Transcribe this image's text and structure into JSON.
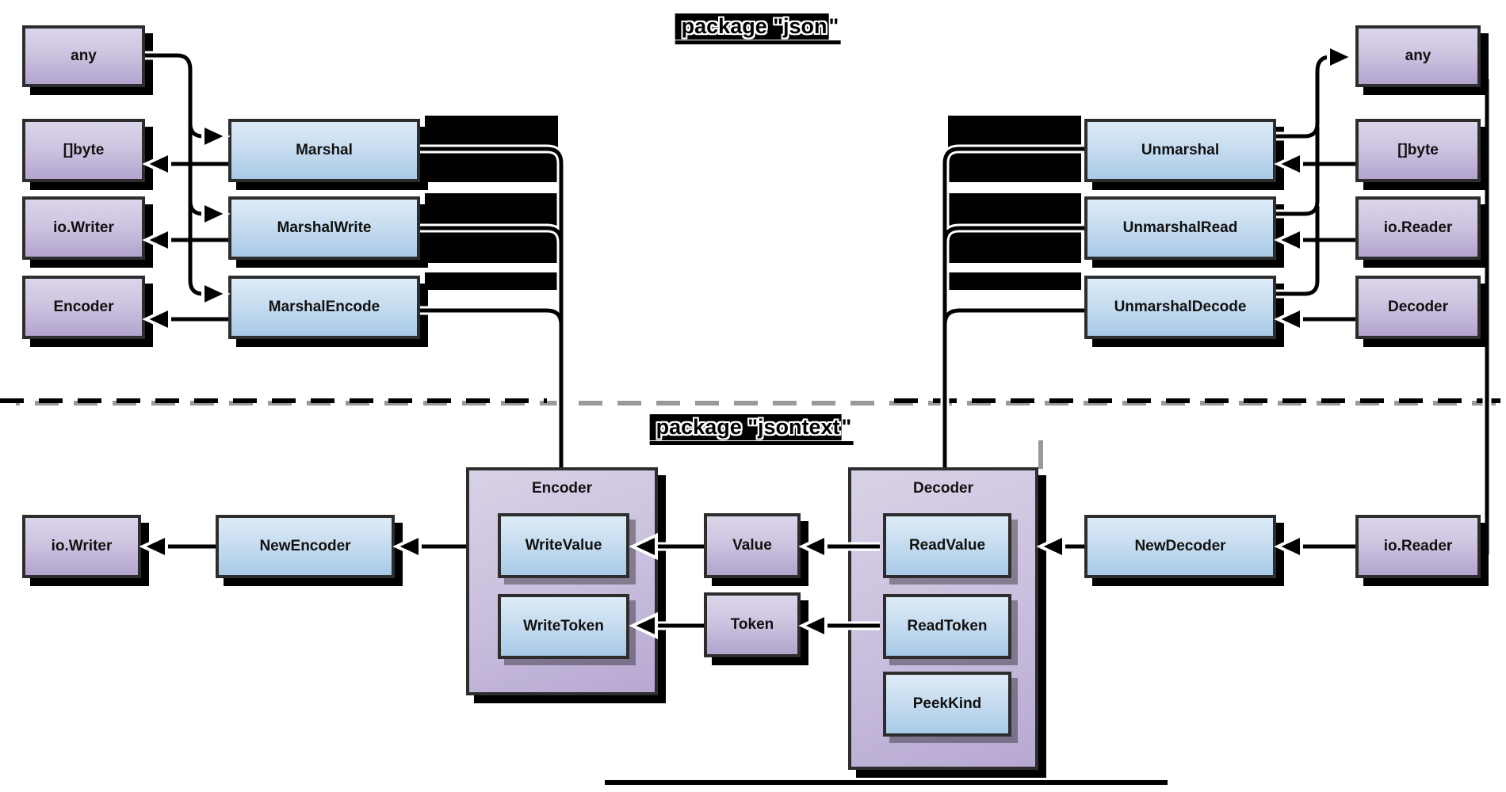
{
  "package_json": {
    "title": {
      "band": "package \"json",
      "tail": "\""
    },
    "left_types": [
      "any",
      "[]byte",
      "io.Writer",
      "Encoder"
    ],
    "marshal_funcs": [
      "Marshal",
      "MarshalWrite",
      "MarshalEncode"
    ],
    "unmarshal_funcs": [
      "Unmarshal",
      "UnmarshalRead",
      "UnmarshalDecode"
    ],
    "right_types": [
      "any",
      "[]byte",
      "io.Reader",
      "Decoder"
    ]
  },
  "package_jsontext": {
    "title": {
      "band": "package \"jsontext",
      "tail": "\""
    },
    "io_writer": "io.Writer",
    "new_encoder": "NewEncoder",
    "encoder": {
      "title": "Encoder",
      "methods": [
        "WriteValue",
        "WriteToken"
      ]
    },
    "value": "Value",
    "token": "Token",
    "decoder": {
      "title": "Decoder",
      "methods": [
        "ReadValue",
        "ReadToken",
        "PeekKind"
      ]
    },
    "new_decoder": "NewDecoder",
    "io_reader": "io.Reader"
  },
  "colors": {
    "purple_top": "#dbd5ea",
    "purple_bottom": "#b2a4ce",
    "blue_top": "#ddebf7",
    "blue_bottom": "#a8cae7",
    "container_top": "#d8d2e6",
    "container_bottom": "#b7a8d2",
    "border": "#2d2d2d",
    "shadow": "#000000",
    "dash_black": "#000000",
    "dash_gray": "#999999"
  }
}
